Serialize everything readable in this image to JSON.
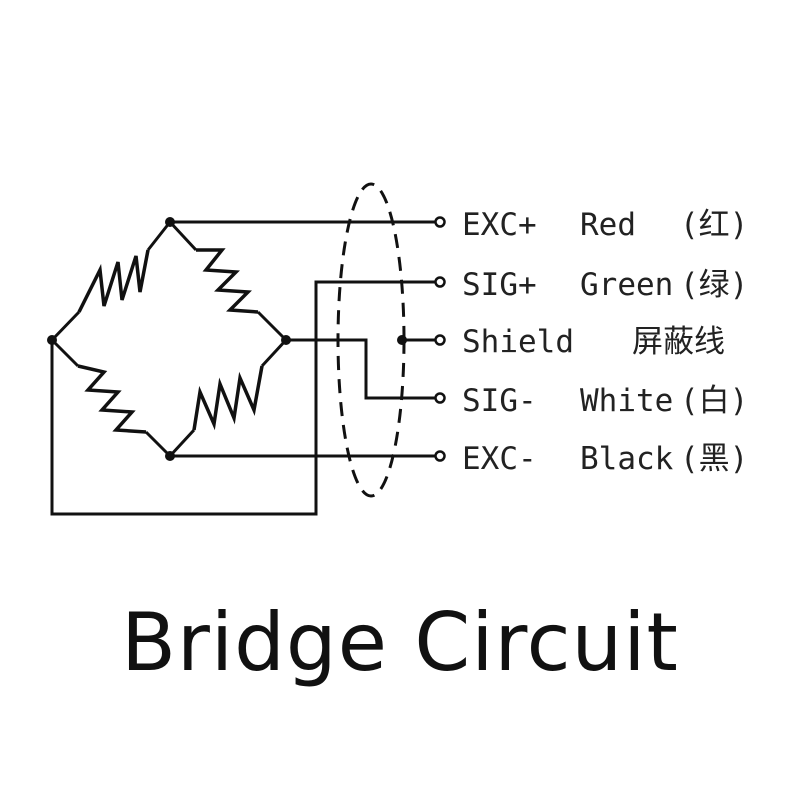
{
  "title": "Bridge Circuit",
  "terminals": [
    {
      "signal": "EXC+",
      "color": "Red",
      "color_cn": "(红)"
    },
    {
      "signal": "SIG+",
      "color": "Green",
      "color_cn": "(绿)"
    },
    {
      "signal": "Shield",
      "color": "",
      "color_cn": "屏蔽线"
    },
    {
      "signal": "SIG-",
      "color": "White",
      "color_cn": "(白)"
    },
    {
      "signal": "EXC-",
      "color": "Black",
      "color_cn": "(黑)"
    }
  ]
}
